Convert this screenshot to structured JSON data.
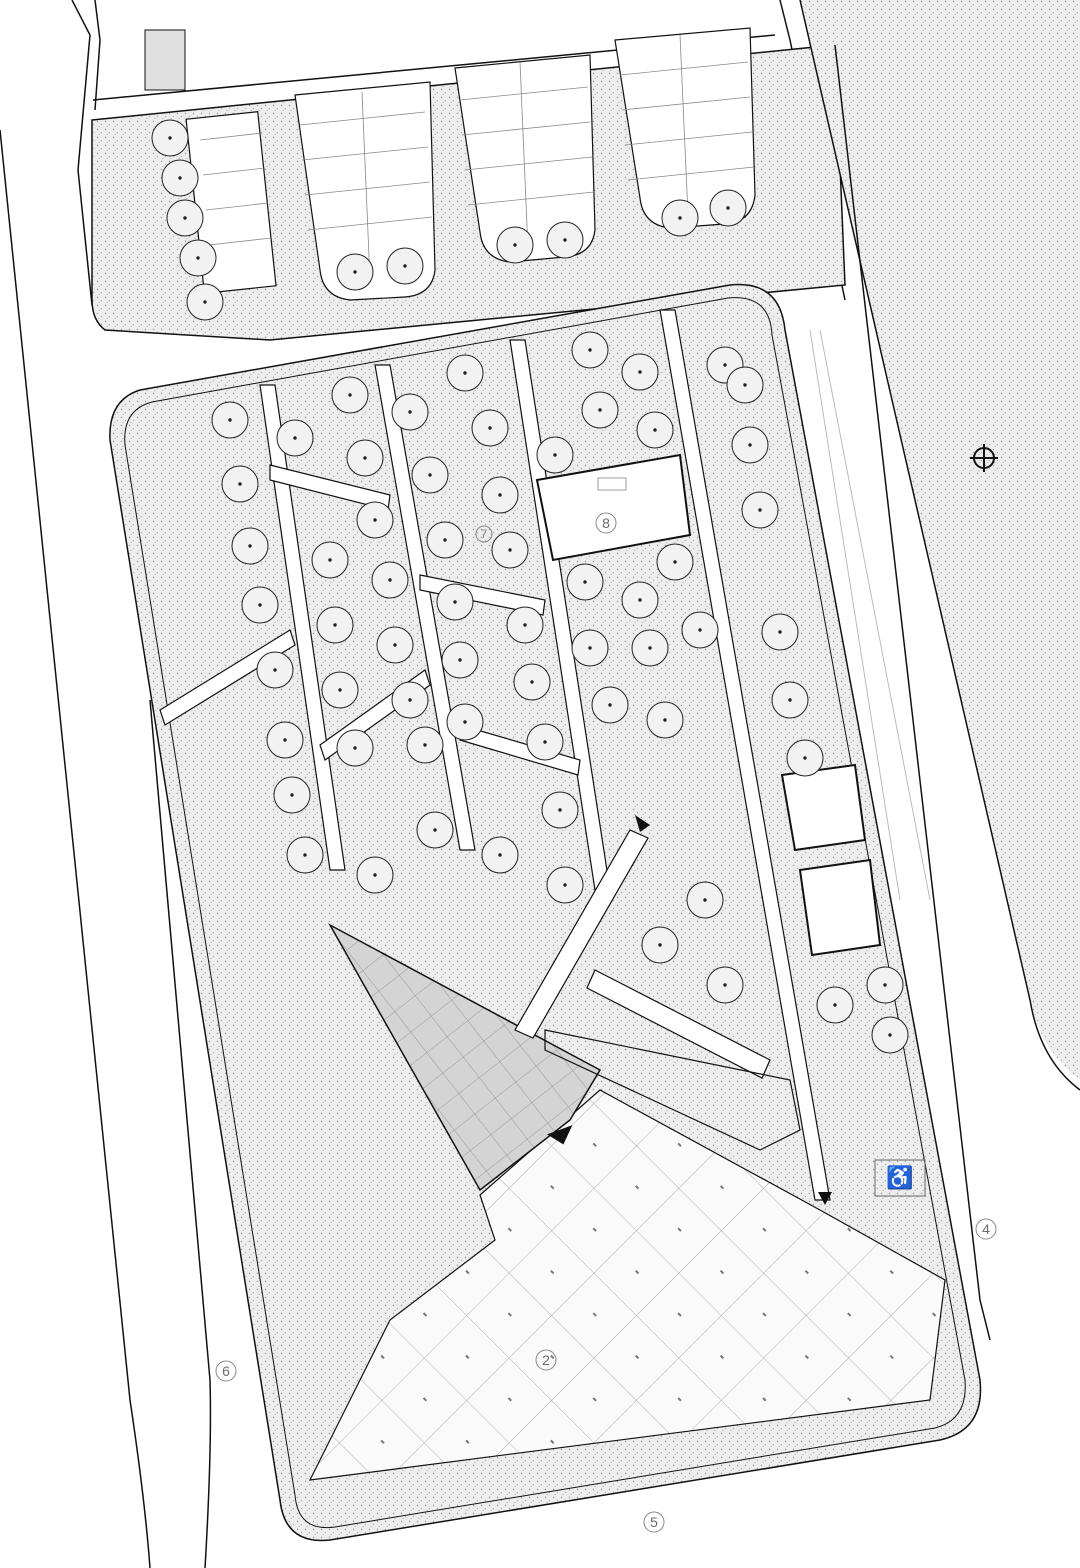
{
  "drawing": {
    "type": "site plan",
    "colors": {
      "line": "#111111",
      "hatch": "#cfcfcf",
      "triangle": "#bdbdbd",
      "label": "#6a6a6a"
    }
  },
  "labels": {
    "n2": "2",
    "n4": "4",
    "n5": "5",
    "n6": "6",
    "n7": "7",
    "n8": "8"
  },
  "symbols": {
    "north": "north-arrow-icon",
    "accessible": "♿"
  }
}
